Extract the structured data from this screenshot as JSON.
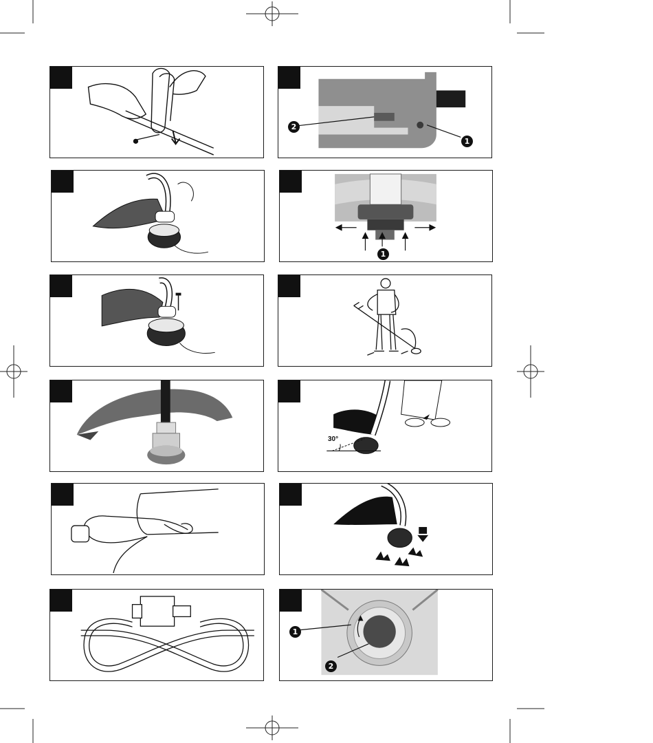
{
  "page": {
    "figures": [
      {
        "id": "fig-handle-assembly"
      },
      {
        "id": "fig-handle-bracket",
        "callouts": [
          "2",
          "1"
        ]
      },
      {
        "id": "fig-guard-fit"
      },
      {
        "id": "fig-guard-clips",
        "callouts": [
          "1"
        ]
      },
      {
        "id": "fig-guard-screw"
      },
      {
        "id": "fig-operator-stance"
      },
      {
        "id": "fig-guard-photo"
      },
      {
        "id": "fig-cutting-angle",
        "angle_label": "30°"
      },
      {
        "id": "fig-cable-restraint"
      },
      {
        "id": "fig-line-feed-bump"
      },
      {
        "id": "fig-cable-knot"
      },
      {
        "id": "fig-spool-cap",
        "callouts": [
          "1",
          "2"
        ]
      }
    ]
  }
}
